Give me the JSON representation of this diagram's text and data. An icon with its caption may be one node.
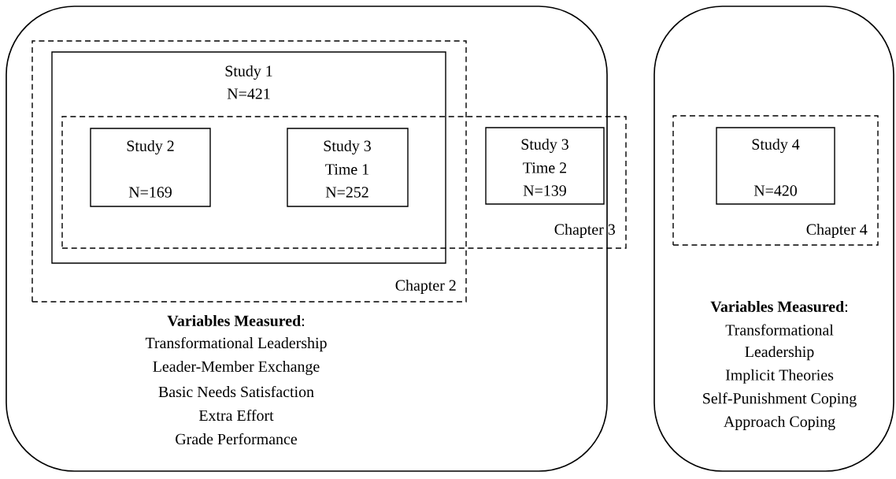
{
  "diagram": {
    "nodes": [
      {
        "text": [
          "**Variables Measured**:",
          "Transformational Leadership",
          "Leader-Member Exchange",
          "Basic Needs Satisfaction",
          "Extra Effort",
          "Grade Performance"
        ]
      },
      {
        "text": [
          "**Variables Measured**:",
          "Transformational",
          "Leadership",
          "Implicit Theories",
          "Self-Punishment Coping",
          "Approach Coping"
        ]
      },
      {
        "text": [
          "Chapter 2"
        ],
        "in": 0
      },
      {
        "text": [
          "Study 1",
          "N=421"
        ],
        "in": 2
      },
      {
        "text": [
          "Chapter 3"
        ],
        "in": 0
      },
      {
        "text": [
          "Study 2",
          "N=169"
        ]
      },
      {
        "text": [
          "Study 3",
          "Time 1",
          "N=252"
        ]
      },
      {
        "text": [
          "Study 3",
          "Time 2",
          "N=139"
        ],
        "in": 4
      },
      {
        "text": [
          "Chapter 4"
        ],
        "in": 1
      },
      {
        "text": [
          "Study 4",
          "N=420"
        ],
        "in": 8
      }
    ]
  }
}
